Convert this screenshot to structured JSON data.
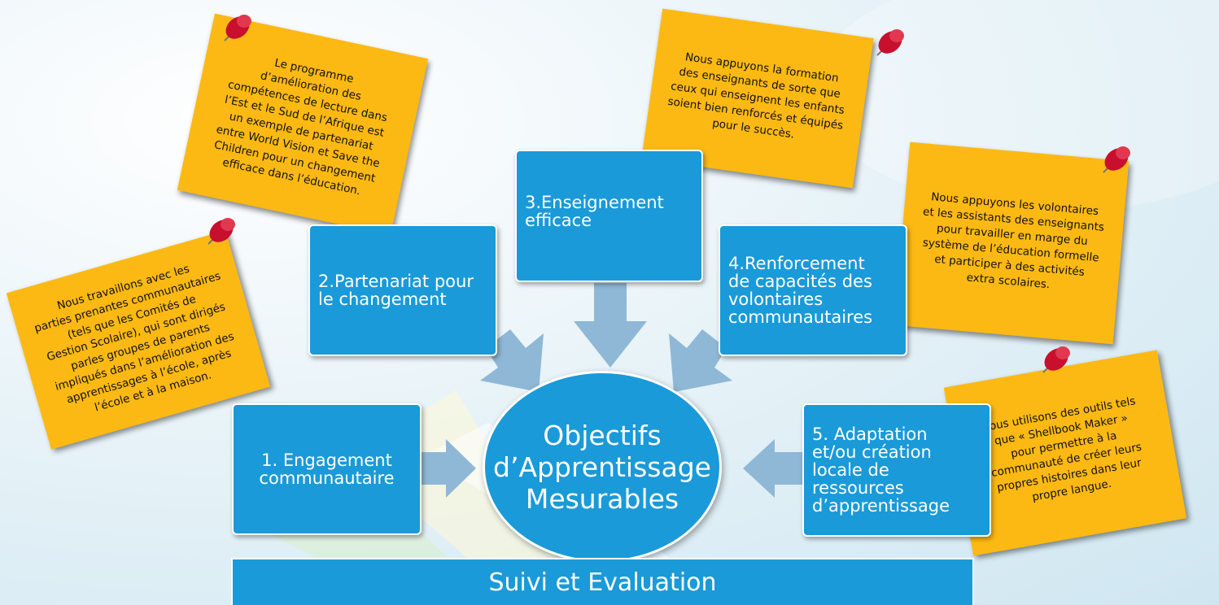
{
  "center": {
    "lines": [
      "Objectifs",
      "d’Apprentissage",
      "Mesurables"
    ]
  },
  "boxes": {
    "engagement": [
      "1. Engagement",
      "communautaire"
    ],
    "partenariat": [
      "2.Partenariat pour",
      "le changement"
    ],
    "enseignement": [
      "3.Enseignement",
      "efficace"
    ],
    "renforcement": [
      "4.Renforcement",
      "de capacités des",
      "volontaires",
      "communautaires"
    ],
    "adaptation": [
      "5. Adaptation",
      "et/ou création",
      "locale de",
      "ressources",
      "d’apprentissage"
    ]
  },
  "bottom_bar": "Suivi et Evaluation",
  "notes": {
    "partenariat": [
      "Le programme",
      "d’amélioration des",
      "compétences de lecture dans",
      "l’Est et le Sud de l’Afrique est",
      "un exemple de partenariat",
      "entre World Vision et Save the",
      "Children pour un changement",
      "efficace dans l’éducation."
    ],
    "engagement": [
      "Nous travaillons avec les",
      "parties prenantes communautaires",
      "(tels que les Comités de",
      "Gestion Scolaire), qui sont dirigés",
      "parles groupes de parents",
      "impliqués dans l’amélioration des",
      "apprentissages à l’école, après",
      "l’école et à la maison."
    ],
    "formation": [
      "Nous appuyons la formation",
      "des enseignants de sorte que",
      "ceux qui enseignent les enfants",
      "soient bien renforcés et équipés",
      "pour le succès."
    ],
    "volontaires": [
      "Nous appuyons les volontaires",
      "et les assistants des enseignants",
      "pour travailler en marge du",
      "système de l’éducation formelle",
      "et participer à des activités",
      "extra scolaires."
    ],
    "outils": [
      "Nous utilisons des outils tels",
      "que « Shellbook Maker »",
      "pour permettre à la",
      "communauté de créer leurs",
      "propres histoires dans leur",
      "propre langue."
    ]
  },
  "colors": {
    "box_blue": "#1a9ad8",
    "note_yellow": "#fdb913",
    "arrow": "#8fb8d6",
    "pin_red": "#c8102e"
  }
}
